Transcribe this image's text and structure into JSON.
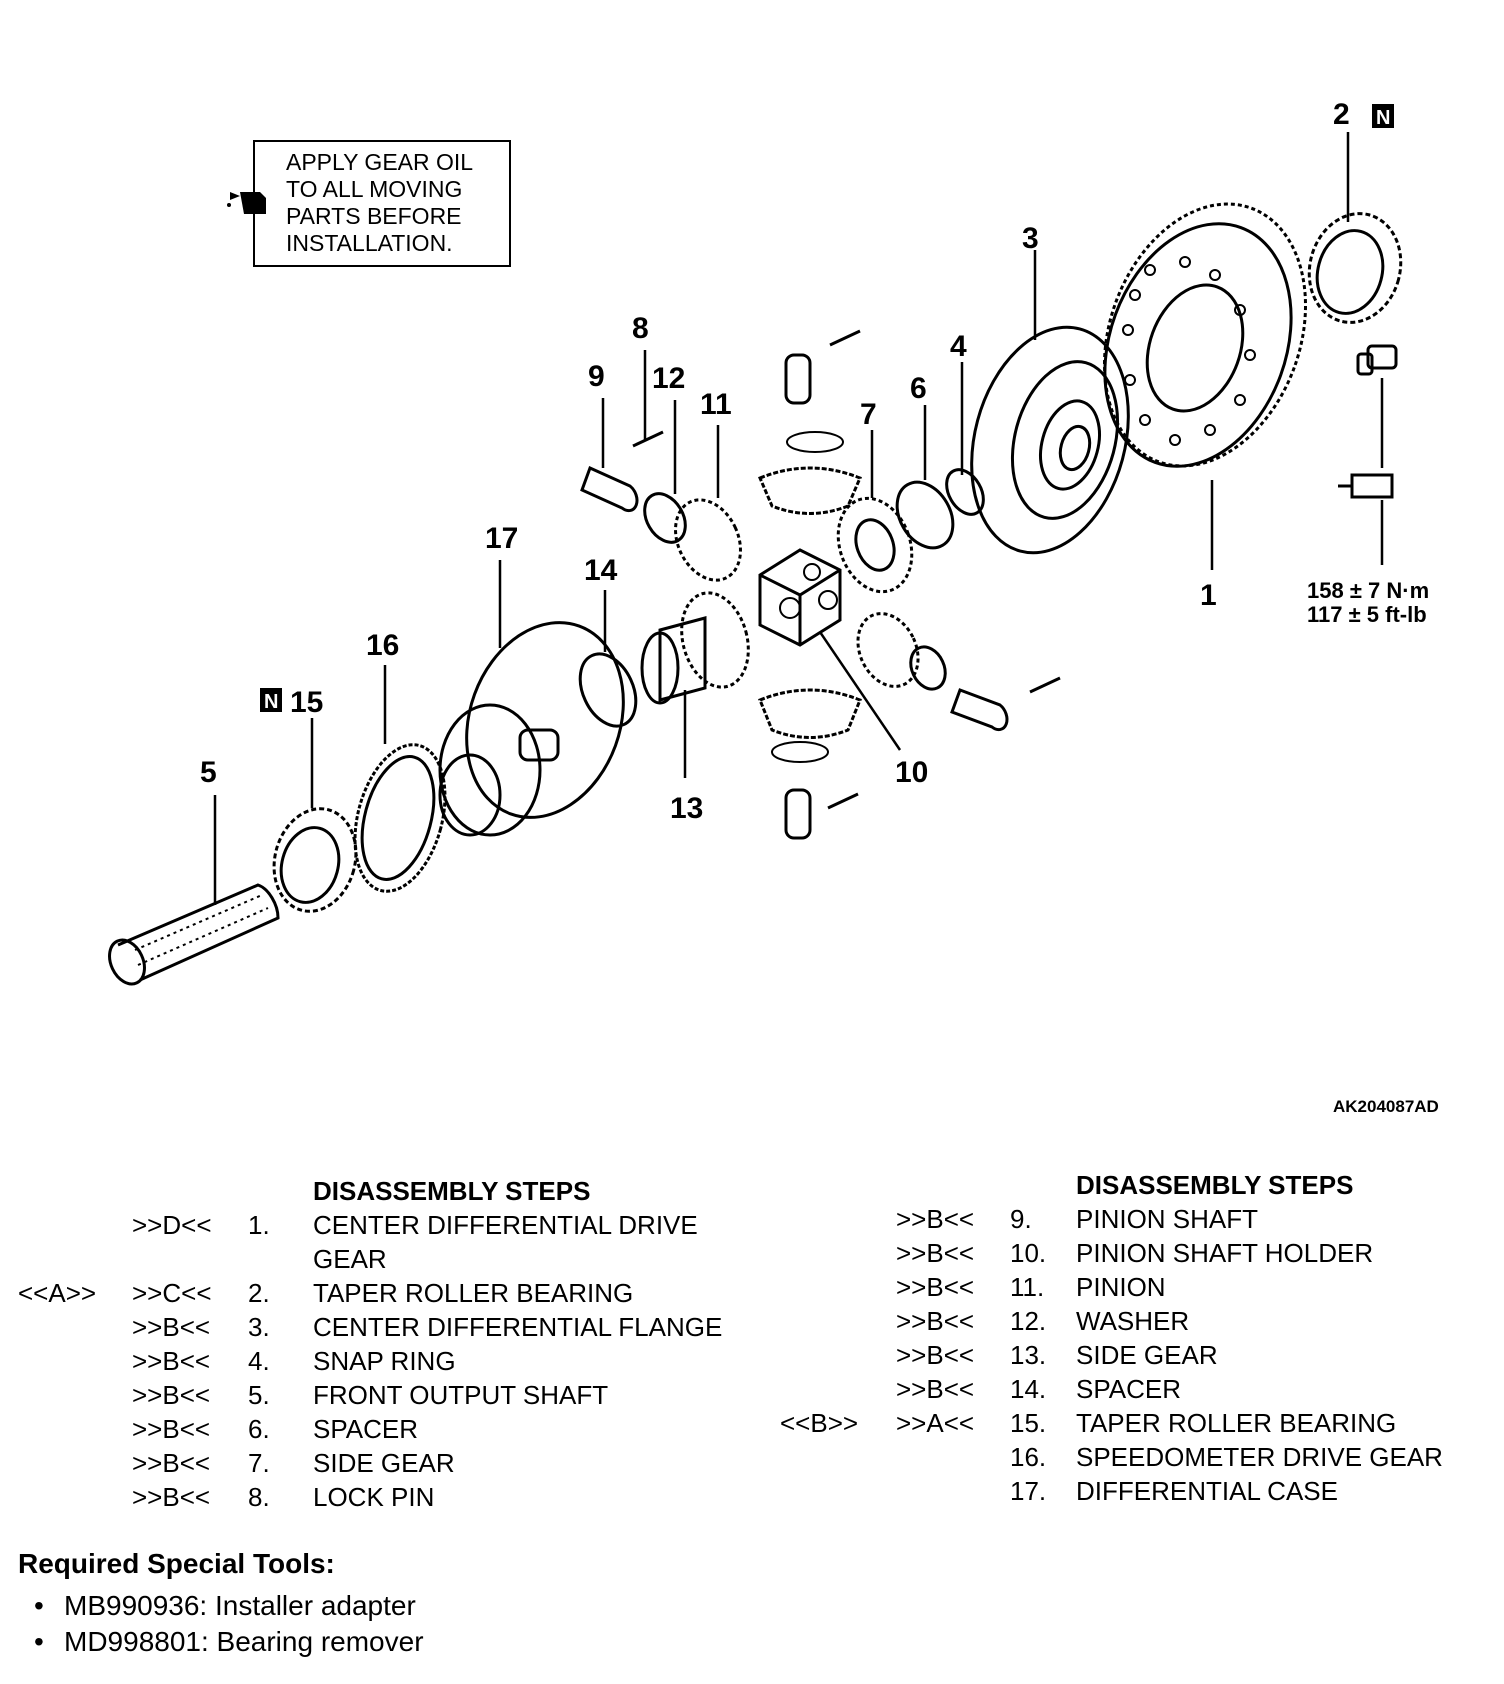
{
  "diagram": {
    "note_lines": [
      "APPLY GEAR OIL",
      "TO ALL MOVING",
      "PARTS BEFORE",
      "INSTALLATION."
    ],
    "callouts": [
      "1",
      "2",
      "3",
      "4",
      "5",
      "6",
      "7",
      "8",
      "9",
      "10",
      "11",
      "12",
      "13",
      "14",
      "15",
      "16",
      "17"
    ],
    "new_part_mark": "N",
    "torque_nm": "158 ± 7 N·m",
    "torque_ftlb": "117 ± 5 ft-lb",
    "figure_ref": "AK204087AD"
  },
  "steps": {
    "header": "DISASSEMBLY STEPS",
    "left": [
      {
        "pre": "",
        "post": ">>D<<",
        "num": "1.",
        "label": "CENTER DIFFERENTIAL DRIVE"
      },
      {
        "pre": "",
        "post": "",
        "num": "",
        "label": "GEAR"
      },
      {
        "pre": "<<A>>",
        "post": ">>C<<",
        "num": "2.",
        "label": "TAPER ROLLER BEARING"
      },
      {
        "pre": "",
        "post": ">>B<<",
        "num": "3.",
        "label": "CENTER DIFFERENTIAL FLANGE"
      },
      {
        "pre": "",
        "post": ">>B<<",
        "num": "4.",
        "label": "SNAP RING"
      },
      {
        "pre": "",
        "post": ">>B<<",
        "num": "5.",
        "label": "FRONT OUTPUT SHAFT"
      },
      {
        "pre": "",
        "post": ">>B<<",
        "num": "6.",
        "label": "SPACER"
      },
      {
        "pre": "",
        "post": ">>B<<",
        "num": "7.",
        "label": "SIDE GEAR"
      },
      {
        "pre": "",
        "post": ">>B<<",
        "num": "8.",
        "label": "LOCK PIN"
      }
    ],
    "right": [
      {
        "pre": "",
        "post": ">>B<<",
        "num": "9.",
        "label": "PINION SHAFT"
      },
      {
        "pre": "",
        "post": ">>B<<",
        "num": "10.",
        "label": "PINION SHAFT HOLDER"
      },
      {
        "pre": "",
        "post": ">>B<<",
        "num": "11.",
        "label": "PINION"
      },
      {
        "pre": "",
        "post": ">>B<<",
        "num": "12.",
        "label": "WASHER"
      },
      {
        "pre": "",
        "post": ">>B<<",
        "num": "13.",
        "label": "SIDE GEAR"
      },
      {
        "pre": "",
        "post": ">>B<<",
        "num": "14.",
        "label": "SPACER"
      },
      {
        "pre": "<<B>>",
        "post": ">>A<<",
        "num": "15.",
        "label": "TAPER ROLLER BEARING"
      },
      {
        "pre": "",
        "post": "",
        "num": "16.",
        "label": "SPEEDOMETER DRIVE GEAR"
      },
      {
        "pre": "",
        "post": "",
        "num": "17.",
        "label": "DIFFERENTIAL CASE"
      }
    ]
  },
  "tools": {
    "title": "Required Special Tools:",
    "bullet": "•",
    "items": [
      "MB990936: Installer adapter",
      "MD998801: Bearing remover"
    ]
  }
}
